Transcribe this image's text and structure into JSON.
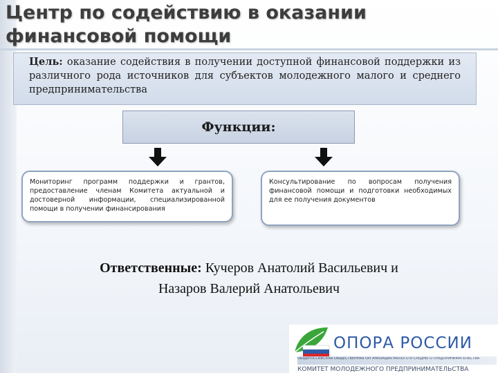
{
  "slide": {
    "title_line1": "Центр по содействию в оказании",
    "title_line2": "финансовой помощи"
  },
  "goal": {
    "label": "Цель:",
    "text": " оказание содействия в получении доступной финансовой поддержки из различного рода источников для субъектов молодежного малого и среднего предпринимательства"
  },
  "functions": {
    "heading": "Функции:",
    "items": [
      "Мониторинг программ поддержки и грантов, предоставление членам Комитета актуальной и достоверной информации, специализированной помощи в получении финансирования",
      "Консультирование по вопросам получения финансовой помощи и подготовки необходимых для ее получения документов"
    ]
  },
  "responsible": {
    "label": "Ответственные:",
    "line1": " Кучеров Анатолий Васильевич и",
    "line2": "Назаров Валерий Анатольевич"
  },
  "logo": {
    "name": "ОПОРА РОССИИ",
    "subtitle": "ОБЩЕРОССИЙСКАЯ ОБЩЕСТВЕННАЯ ОРГАНИЗАЦИЯ МАЛОГО И СРЕДНЕГО ПРЕДПРИНИМАТЕЛЬСТВА",
    "committee": "КОМИТЕТ МОЛОДЕЖНОГО ПРЕДПРИНИМАТЕЛЬСТВА",
    "colors": {
      "brand_blue": "#2e5aa8",
      "leaf_green": "#3aa63a",
      "flag_red": "#d8262c"
    }
  }
}
